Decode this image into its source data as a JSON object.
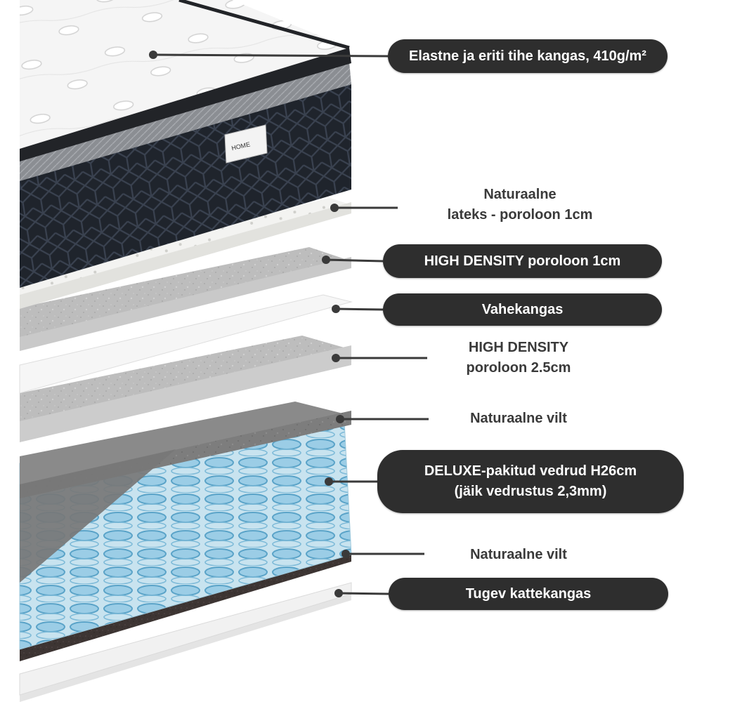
{
  "diagram": {
    "brand_logo_text": "HOME",
    "colors": {
      "pill_background": "#2e2e2e",
      "pill_text": "#ffffff",
      "plain_text": "#3a3a3a",
      "leader_line": "#3a3a3a",
      "border_fabric": "#1f242c",
      "quilted_top": "#f5f5f5",
      "latex": "#f3f3f1",
      "high_density_foam": "#bdbdbd",
      "felt": "#777777",
      "springs": "#8ec7e3",
      "bottom_felt": "#3d3533",
      "bottom_fabric": "#f1f1f1"
    },
    "layers": [
      {
        "id": "fabric",
        "label": "Elastne ja eriti tihe kangas, 410g/m²",
        "style": "pill"
      },
      {
        "id": "latex",
        "label": "Naturaalne\nlateks - poroloon 1cm",
        "style": "text"
      },
      {
        "id": "hd1",
        "label": "HIGH DENSITY poroloon 1cm",
        "style": "pill"
      },
      {
        "id": "spacer",
        "label": "Vahekangas",
        "style": "pill"
      },
      {
        "id": "hd25",
        "label": "HIGH DENSITY\nporoloon 2.5cm",
        "style": "text"
      },
      {
        "id": "felt1",
        "label": "Naturaalne vilt",
        "style": "text"
      },
      {
        "id": "springs",
        "label": "DELUXE-pakitud vedrud H26cm\n(jäik vedrustus 2,3mm)",
        "style": "pill-big"
      },
      {
        "id": "felt2",
        "label": "Naturaalne vilt",
        "style": "text"
      },
      {
        "id": "cover",
        "label": "Tugev kattekangas",
        "style": "pill"
      }
    ]
  }
}
